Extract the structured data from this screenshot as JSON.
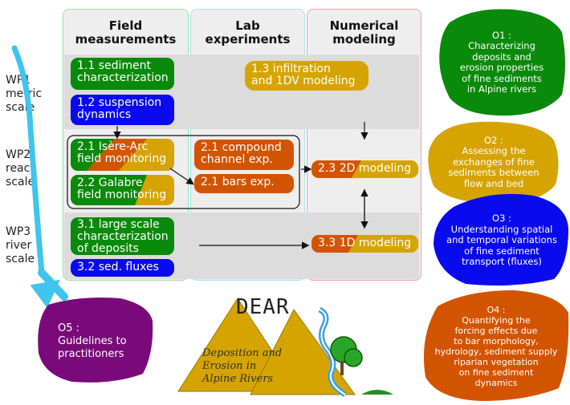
{
  "columns": {
    "field": "Field\nmeasurements",
    "lab": "Lab\nexperiments",
    "numerical": "Numerical\nmodeling"
  },
  "work_packages": {
    "wp1": "WP1\nmetric\nscale",
    "wp2": "WP2\nreach\nscale",
    "wp3": "WP3\nriver\nscale"
  },
  "tasks": {
    "t1_1": "1.1 sediment\ncharacterization",
    "t1_2": "1.2 suspension\ndynamics",
    "t1_3": "1.3 infiltration\nand 1DV modeling",
    "t2_1_field": "2.1 Isère-Arc\nfield monitoring",
    "t2_2_field": "2.2 Galabre\nfield monitoring",
    "t2_1_lab": "2.1 compound\nchannel exp.",
    "t2_1_bars": "2.1  bars exp.",
    "t2_3": "2.3 2D modeling",
    "t3_1": "3.1 large scale\ncharacterization\nof deposits",
    "t3_2": "3.2 sed. fluxes",
    "t3_3": "3.3 1D modeling"
  },
  "objectives": {
    "o1": "O1 :\nCharacterizing\ndeposits and\nerosion properties\nof fine sediments\nin Alpine rivers",
    "o2": "O2 :\nAssessing the\nexchanges of fine\nsediments between\nflow and bed",
    "o3": "O3 :\nUnderstanding spatial\nand temporal variations\nof fine sediment\ntransport (fluxes)",
    "o4": "O4 :\nQuantifying the\nforcing effects due\nto bar morphology,\nhydrology, sediment supply\nriparian vegetation\non fine sediment\ndynamics",
    "o5": "O5 :\nGuidelines to\npractitioners"
  },
  "logo": {
    "title": "DEAR",
    "subtitle": "Deposition and\nErosion in\nAlpine Rivers"
  },
  "colors": {
    "green": "#0a8a0a",
    "blue": "#0a0aee",
    "yellow": "#d6a400",
    "orange": "#d35400",
    "purple": "#7a0a7a",
    "cyan_arrow": "#3fc4f0"
  }
}
